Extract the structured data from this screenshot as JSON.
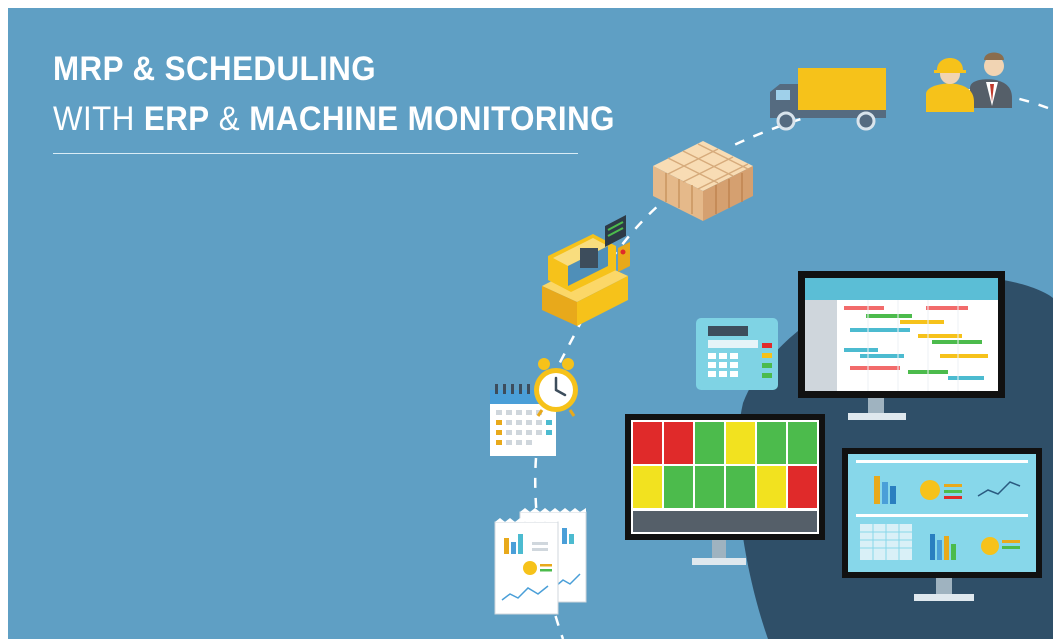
{
  "title": {
    "line1": "MRP & SCHEDULING",
    "line2_prefix": "WITH ",
    "line2_bold_a": "ERP",
    "line2_mid": " & ",
    "line2_bold_b": "MACHINE MONITORING"
  },
  "colors": {
    "background": "#5f9fc4",
    "dark_blob": "#2f4f68",
    "status_red": "#e02a2a",
    "status_green": "#4cbb4c",
    "status_yellow": "#f2e21f",
    "accent_yellow": "#f6c21a"
  },
  "icons": [
    "delivery-truck-icon",
    "workers-icon",
    "boxes-icon",
    "machine-icon",
    "calendar-icon",
    "alarm-clock-icon",
    "reports-icon",
    "calculator-icon",
    "gantt-monitor-icon",
    "status-board-monitor-icon",
    "dashboard-monitor-icon"
  ],
  "status_board": {
    "rows": [
      [
        "red",
        "red",
        "green",
        "yellow",
        "green",
        "green"
      ],
      [
        "yellow",
        "green",
        "green",
        "green",
        "yellow",
        "red"
      ]
    ]
  }
}
